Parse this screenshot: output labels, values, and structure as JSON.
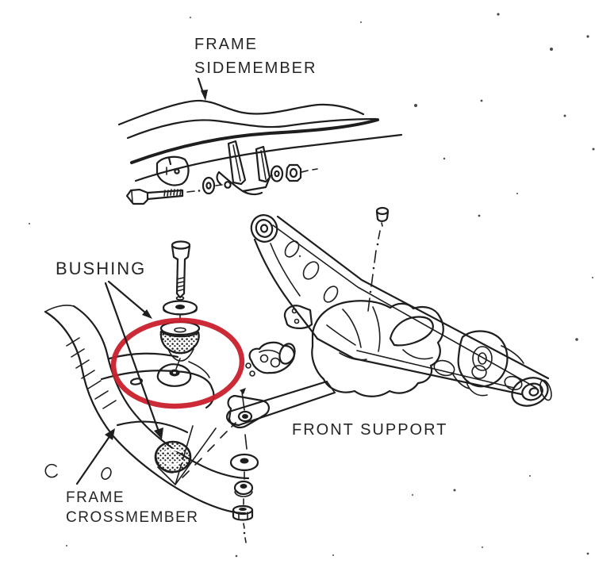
{
  "document": {
    "kind": "scanned technical illustration",
    "colors": {
      "ink": "#1e1e1e",
      "paper": "#ffffff",
      "highlight_red": "#c81f2b"
    }
  },
  "labels": {
    "frame_sidemember": {
      "line1": "FRAME",
      "line2": "SIDEMEMBER"
    },
    "bushing": "BUSHING",
    "front_support": "FRONT SUPPORT",
    "frame_crossmember": {
      "line1": "FRAME",
      "line2": "CROSSMEMBER"
    }
  },
  "annotation": {
    "type": "hand-drawn ellipse",
    "color": "#c81f2b",
    "highlights": "upper bushing seated on frame crossmember"
  },
  "parts_depicted": [
    "frame sidemember rail",
    "sidemember mounting bracket",
    "horizontal hex bolt",
    "flat washers",
    "hex nuts",
    "small stud bolt",
    "front support arm with lightening holes",
    "differential housing",
    "pinion yoke",
    "vertical hex bolt",
    "upper bushing",
    "lower bushing",
    "frame crossmember",
    "lock washer"
  ]
}
